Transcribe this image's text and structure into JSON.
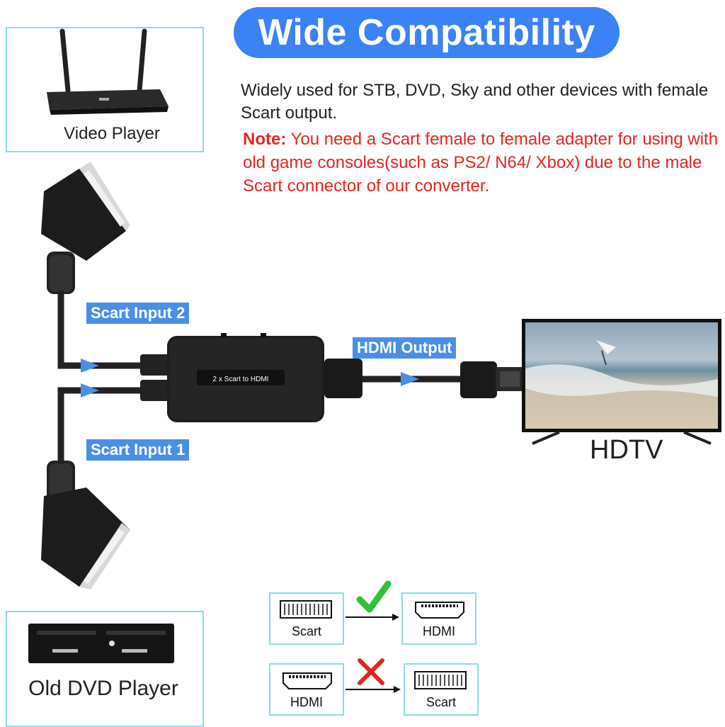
{
  "title": "Wide Compatibility",
  "description": "Widely used for STB, DVD, Sky and other devices with female Scart output.",
  "note": {
    "label": "Note:",
    "text": " You need a Scart female to female adapter for using with old game consoles(such as PS2/ N64/ Xbox) due to the male Scart connector of our converter."
  },
  "devices": {
    "video_player": "Video Player",
    "dvd_player": "Old DVD Player",
    "hdtv": "HDTV"
  },
  "labels": {
    "scart_input_2": "Scart Input 2",
    "scart_input_1": "Scart Input 1",
    "hdmi_output": "HDMI Output",
    "converter": "2 x Scart to HDMI"
  },
  "compatibility": [
    {
      "from": "Scart",
      "to": "HDMI",
      "status": "supported"
    },
    {
      "from": "HDMI",
      "to": "Scart",
      "status": "not-supported"
    }
  ],
  "colors": {
    "accent": "#3b82f6",
    "note": "#e3261f",
    "check": "#2fc13a",
    "cross": "#e3261f"
  }
}
